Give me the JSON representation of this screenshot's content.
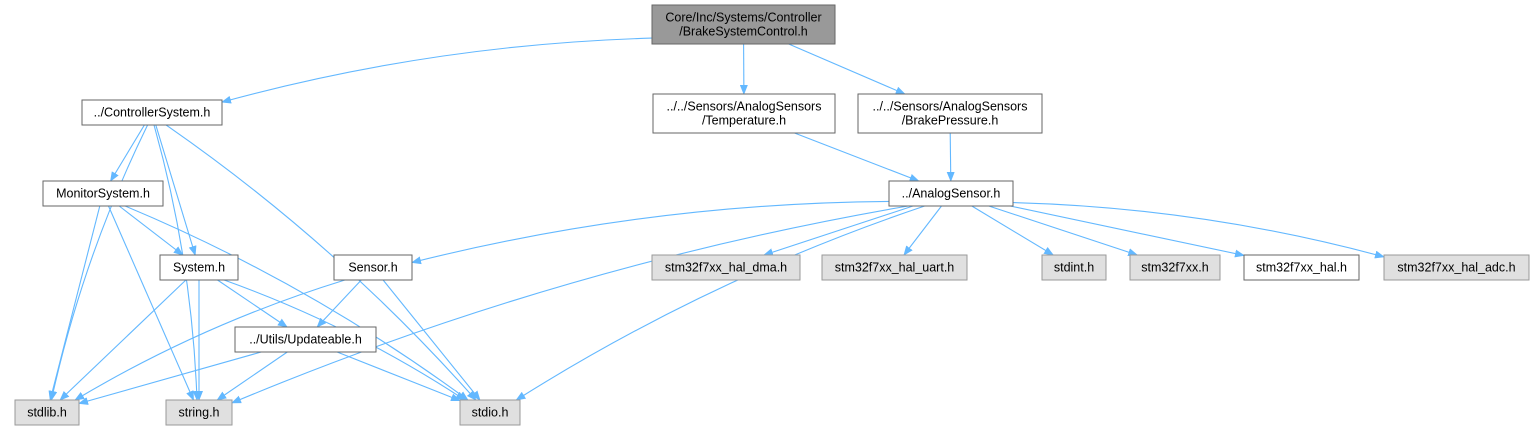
{
  "colors": {
    "edge": "#63b8ff",
    "root_fill": "#999999",
    "root_stroke": "#666666",
    "local_fill": "#ffffff",
    "local_stroke": "#666666",
    "system_fill": "#e0e0e0",
    "system_stroke": "#999999"
  },
  "nodes": [
    {
      "id": "root",
      "kind": "root",
      "lines": [
        "Core/Inc/Systems/Controller",
        "/BrakeSystemControl.h"
      ]
    },
    {
      "id": "controller_system",
      "kind": "local",
      "lines": [
        "../ControllerSystem.h"
      ]
    },
    {
      "id": "temperature",
      "kind": "local",
      "lines": [
        "../../Sensors/AnalogSensors",
        "/Temperature.h"
      ]
    },
    {
      "id": "brake_pressure",
      "kind": "local",
      "lines": [
        "../../Sensors/AnalogSensors",
        "/BrakePressure.h"
      ]
    },
    {
      "id": "monitor_system",
      "kind": "local",
      "lines": [
        "MonitorSystem.h"
      ]
    },
    {
      "id": "analog_sensor",
      "kind": "local",
      "lines": [
        "../AnalogSensor.h"
      ]
    },
    {
      "id": "system",
      "kind": "local",
      "lines": [
        "System.h"
      ]
    },
    {
      "id": "sensor",
      "kind": "local",
      "lines": [
        "Sensor.h"
      ]
    },
    {
      "id": "hal_dma",
      "kind": "system",
      "lines": [
        "stm32f7xx_hal_dma.h"
      ]
    },
    {
      "id": "hal_uart",
      "kind": "system",
      "lines": [
        "stm32f7xx_hal_uart.h"
      ]
    },
    {
      "id": "stdint",
      "kind": "system",
      "lines": [
        "stdint.h"
      ]
    },
    {
      "id": "stm32f7xx",
      "kind": "system",
      "lines": [
        "stm32f7xx.h"
      ]
    },
    {
      "id": "hal",
      "kind": "local",
      "lines": [
        "stm32f7xx_hal.h"
      ]
    },
    {
      "id": "hal_adc",
      "kind": "system",
      "lines": [
        "stm32f7xx_hal_adc.h"
      ]
    },
    {
      "id": "updateable",
      "kind": "local",
      "lines": [
        "../Utils/Updateable.h"
      ]
    },
    {
      "id": "stdlib",
      "kind": "system",
      "lines": [
        "stdlib.h"
      ]
    },
    {
      "id": "string",
      "kind": "system",
      "lines": [
        "string.h"
      ]
    },
    {
      "id": "stdio",
      "kind": "system",
      "lines": [
        "stdio.h"
      ]
    }
  ],
  "edges": [
    [
      "root",
      "controller_system"
    ],
    [
      "root",
      "temperature"
    ],
    [
      "root",
      "brake_pressure"
    ],
    [
      "controller_system",
      "monitor_system"
    ],
    [
      "controller_system",
      "system"
    ],
    [
      "controller_system",
      "stdlib"
    ],
    [
      "controller_system",
      "string"
    ],
    [
      "controller_system",
      "stdio"
    ],
    [
      "temperature",
      "analog_sensor"
    ],
    [
      "brake_pressure",
      "analog_sensor"
    ],
    [
      "monitor_system",
      "system"
    ],
    [
      "monitor_system",
      "stdlib"
    ],
    [
      "monitor_system",
      "string"
    ],
    [
      "monitor_system",
      "stdio"
    ],
    [
      "analog_sensor",
      "sensor"
    ],
    [
      "analog_sensor",
      "hal_dma"
    ],
    [
      "analog_sensor",
      "hal_uart"
    ],
    [
      "analog_sensor",
      "stdint"
    ],
    [
      "analog_sensor",
      "stm32f7xx"
    ],
    [
      "analog_sensor",
      "hal"
    ],
    [
      "analog_sensor",
      "hal_adc"
    ],
    [
      "analog_sensor",
      "string"
    ],
    [
      "analog_sensor",
      "stdio"
    ],
    [
      "system",
      "updateable"
    ],
    [
      "system",
      "stdlib"
    ],
    [
      "system",
      "string"
    ],
    [
      "system",
      "stdio"
    ],
    [
      "sensor",
      "updateable"
    ],
    [
      "sensor",
      "stdlib"
    ],
    [
      "sensor",
      "stdio"
    ],
    [
      "updateable",
      "stdlib"
    ],
    [
      "updateable",
      "string"
    ],
    [
      "updateable",
      "stdio"
    ]
  ]
}
